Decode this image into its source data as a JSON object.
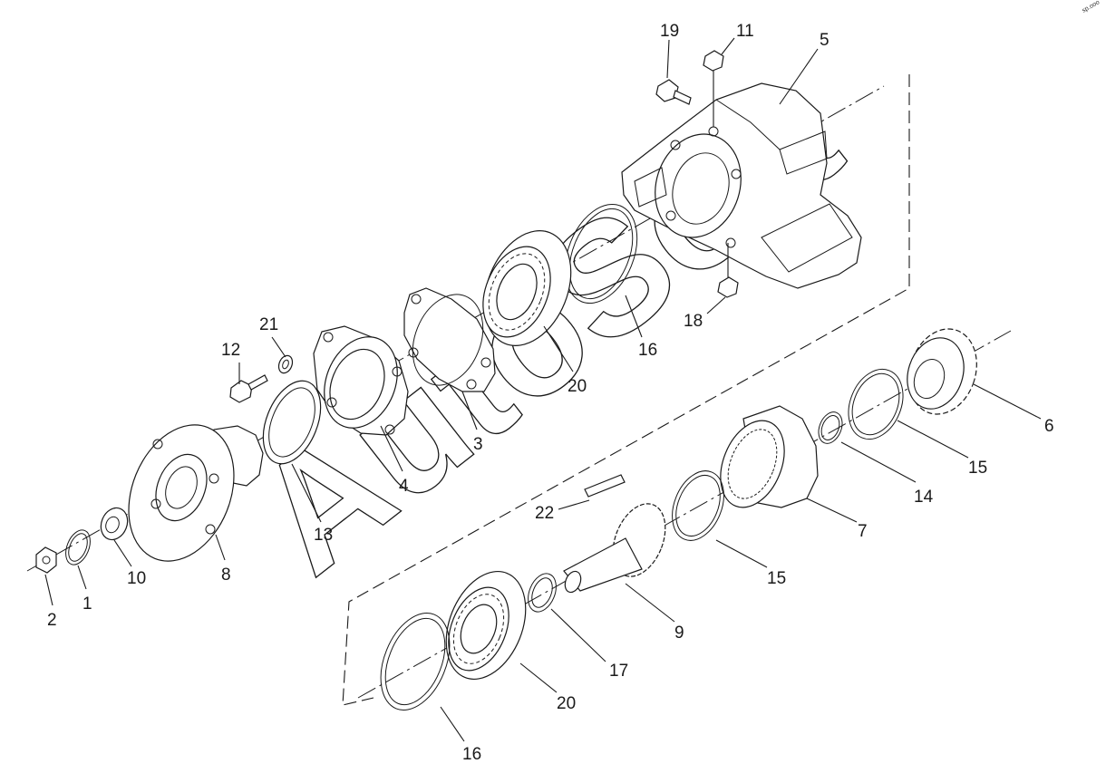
{
  "watermark": "AutoSoft",
  "corner_mark": "sp.ooo",
  "callouts": [
    {
      "id": "c2",
      "text": "2"
    },
    {
      "id": "c1",
      "text": "1"
    },
    {
      "id": "c10",
      "text": "10"
    },
    {
      "id": "c8",
      "text": "8"
    },
    {
      "id": "c13",
      "text": "13"
    },
    {
      "id": "c12",
      "text": "12"
    },
    {
      "id": "c21",
      "text": "21"
    },
    {
      "id": "c4",
      "text": "4"
    },
    {
      "id": "c3",
      "text": "3"
    },
    {
      "id": "c20a",
      "text": "20"
    },
    {
      "id": "c16a",
      "text": "16"
    },
    {
      "id": "c18",
      "text": "18"
    },
    {
      "id": "c19",
      "text": "19"
    },
    {
      "id": "c11",
      "text": "11"
    },
    {
      "id": "c5",
      "text": "5"
    },
    {
      "id": "c6",
      "text": "6"
    },
    {
      "id": "c15a",
      "text": "15"
    },
    {
      "id": "c14",
      "text": "14"
    },
    {
      "id": "c7",
      "text": "7"
    },
    {
      "id": "c15b",
      "text": "15"
    },
    {
      "id": "c22",
      "text": "22"
    },
    {
      "id": "c9",
      "text": "9"
    },
    {
      "id": "c17",
      "text": "17"
    },
    {
      "id": "c20b",
      "text": "20"
    },
    {
      "id": "c16b",
      "text": "16"
    }
  ]
}
